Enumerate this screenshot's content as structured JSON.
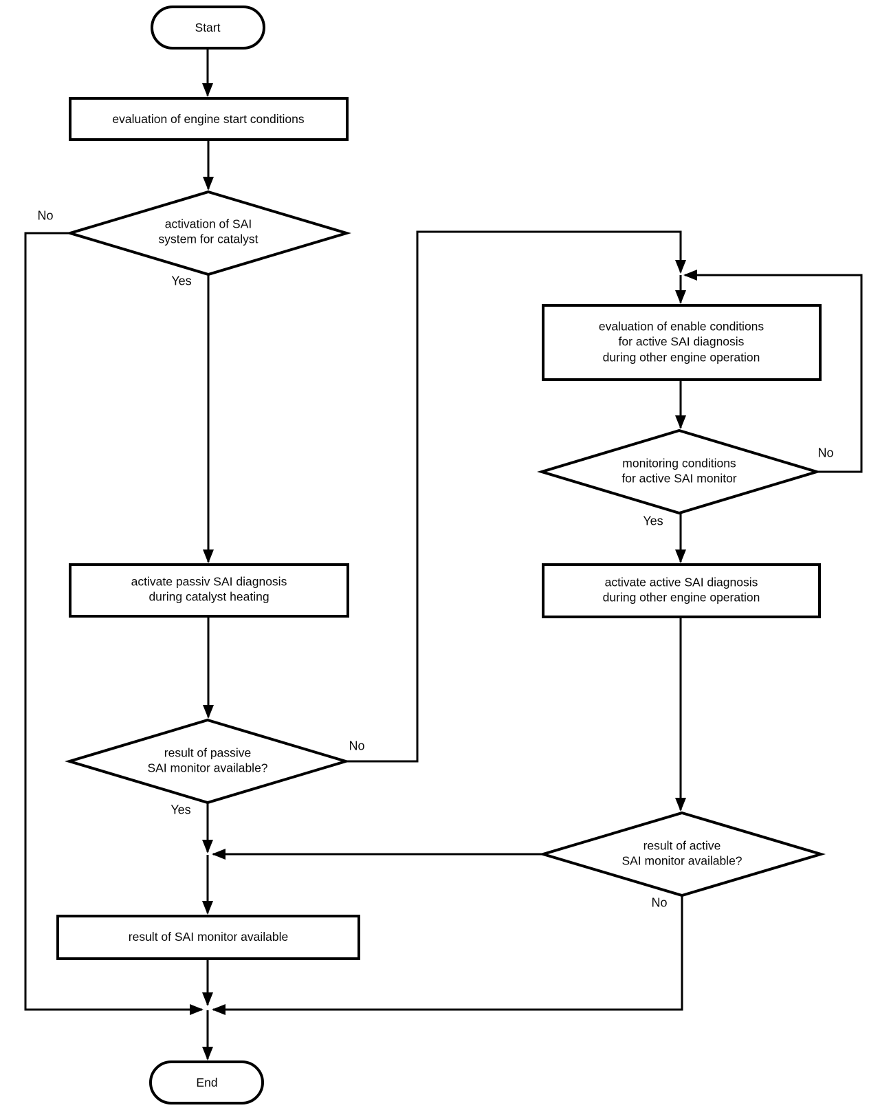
{
  "diagram": {
    "type": "flowchart",
    "colors": {
      "line": "#000000",
      "background": "#ffffff",
      "text": "#0a0a0a"
    },
    "nodes": {
      "start": {
        "type": "terminal",
        "label": "Start"
      },
      "eval_engine_start": {
        "type": "process",
        "line1": "evaluation of engine start conditions"
      },
      "activation_sai": {
        "type": "decision",
        "line1": "activation of SAI",
        "line2": "system for catalyst"
      },
      "activate_passive": {
        "type": "process",
        "line1": "activate passiv SAI diagnosis",
        "line2": "during catalyst heating"
      },
      "result_passive": {
        "type": "decision",
        "line1": "result of passive",
        "line2": "SAI monitor available?"
      },
      "eval_enable": {
        "type": "process",
        "line1": "evaluation of enable conditions",
        "line2": "for active SAI diagnosis",
        "line3": "during other engine operation"
      },
      "monitoring_conditions": {
        "type": "decision",
        "line1": "monitoring conditions",
        "line2": "for active SAI monitor"
      },
      "activate_active": {
        "type": "process",
        "line1": "activate active SAI diagnosis",
        "line2": "during other engine operation"
      },
      "result_active": {
        "type": "decision",
        "line1": "result of active",
        "line2": "SAI monitor available?"
      },
      "result_available": {
        "type": "process",
        "line1": "result of SAI monitor available"
      },
      "end": {
        "type": "terminal",
        "label": "End"
      }
    },
    "edge_labels": {
      "activation_no": "No",
      "activation_yes": "Yes",
      "passive_no": "No",
      "passive_yes": "Yes",
      "monitoring_no": "No",
      "monitoring_yes": "Yes",
      "active_no": "No"
    }
  }
}
